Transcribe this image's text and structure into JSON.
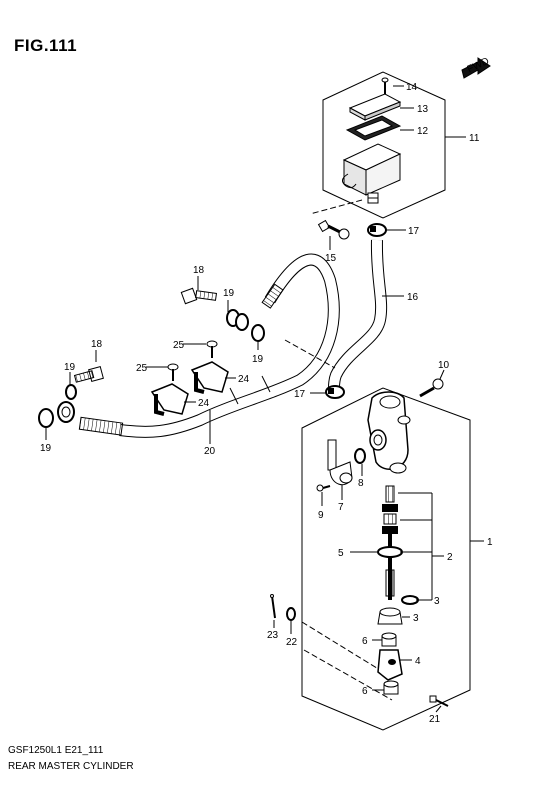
{
  "figure": {
    "title": "FIG.111",
    "code": "GSF1250L1 E21_111",
    "name": "REAR MASTER CYLINDER",
    "fwd_label": "FWD"
  },
  "callouts": {
    "c1": "1",
    "c2": "2",
    "c3a": "3",
    "c3b": "3",
    "c4": "4",
    "c5": "5",
    "c6a": "6",
    "c6b": "6",
    "c7": "7",
    "c8": "8",
    "c9": "9",
    "c10": "10",
    "c11": "11",
    "c12": "12",
    "c13": "13",
    "c14": "14",
    "c15": "15",
    "c16": "16",
    "c17a": "17",
    "c17b": "17",
    "c18a": "18",
    "c18b": "18",
    "c19a": "19",
    "c19b": "19",
    "c19c": "19",
    "c19d": "19",
    "c20": "20",
    "c21": "21",
    "c22": "22",
    "c23": "23",
    "c24a": "24",
    "c24b": "24",
    "c25a": "25",
    "c25b": "25"
  }
}
